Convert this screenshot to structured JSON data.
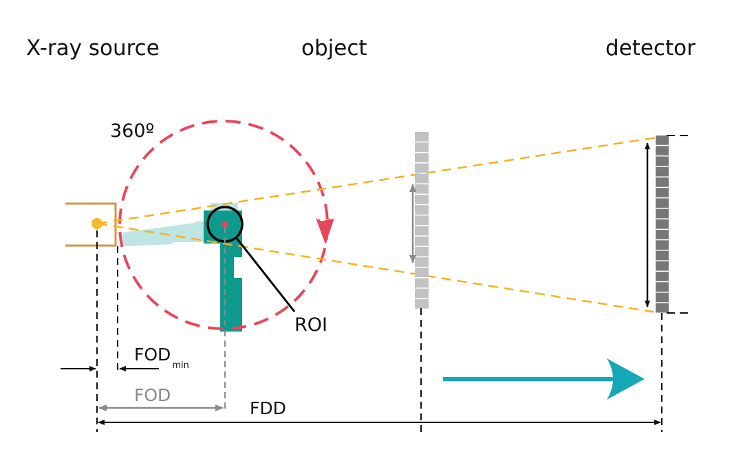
{
  "labels": {
    "source": "X-ray source",
    "object": "object",
    "detector": "detector",
    "rotation": "360º",
    "roi": "ROI",
    "fod_min": "FOD",
    "fod_min_sub": "min",
    "fod": "FOD",
    "fdd": "FDD"
  },
  "colors": {
    "source_box": "#d9953f",
    "focal_spot": "#f4b92e",
    "beam": "#f7b21b",
    "rotation": "#e8485a",
    "object_dark": "#0e9a8c",
    "object_light": "#bfe5e3",
    "roi": "#000000",
    "detector_near": "#c1c2c4",
    "detector_far": "#767779",
    "move_arrow": "#17a8b8",
    "fod_color": "#8a8a8a",
    "text": "#111111"
  }
}
